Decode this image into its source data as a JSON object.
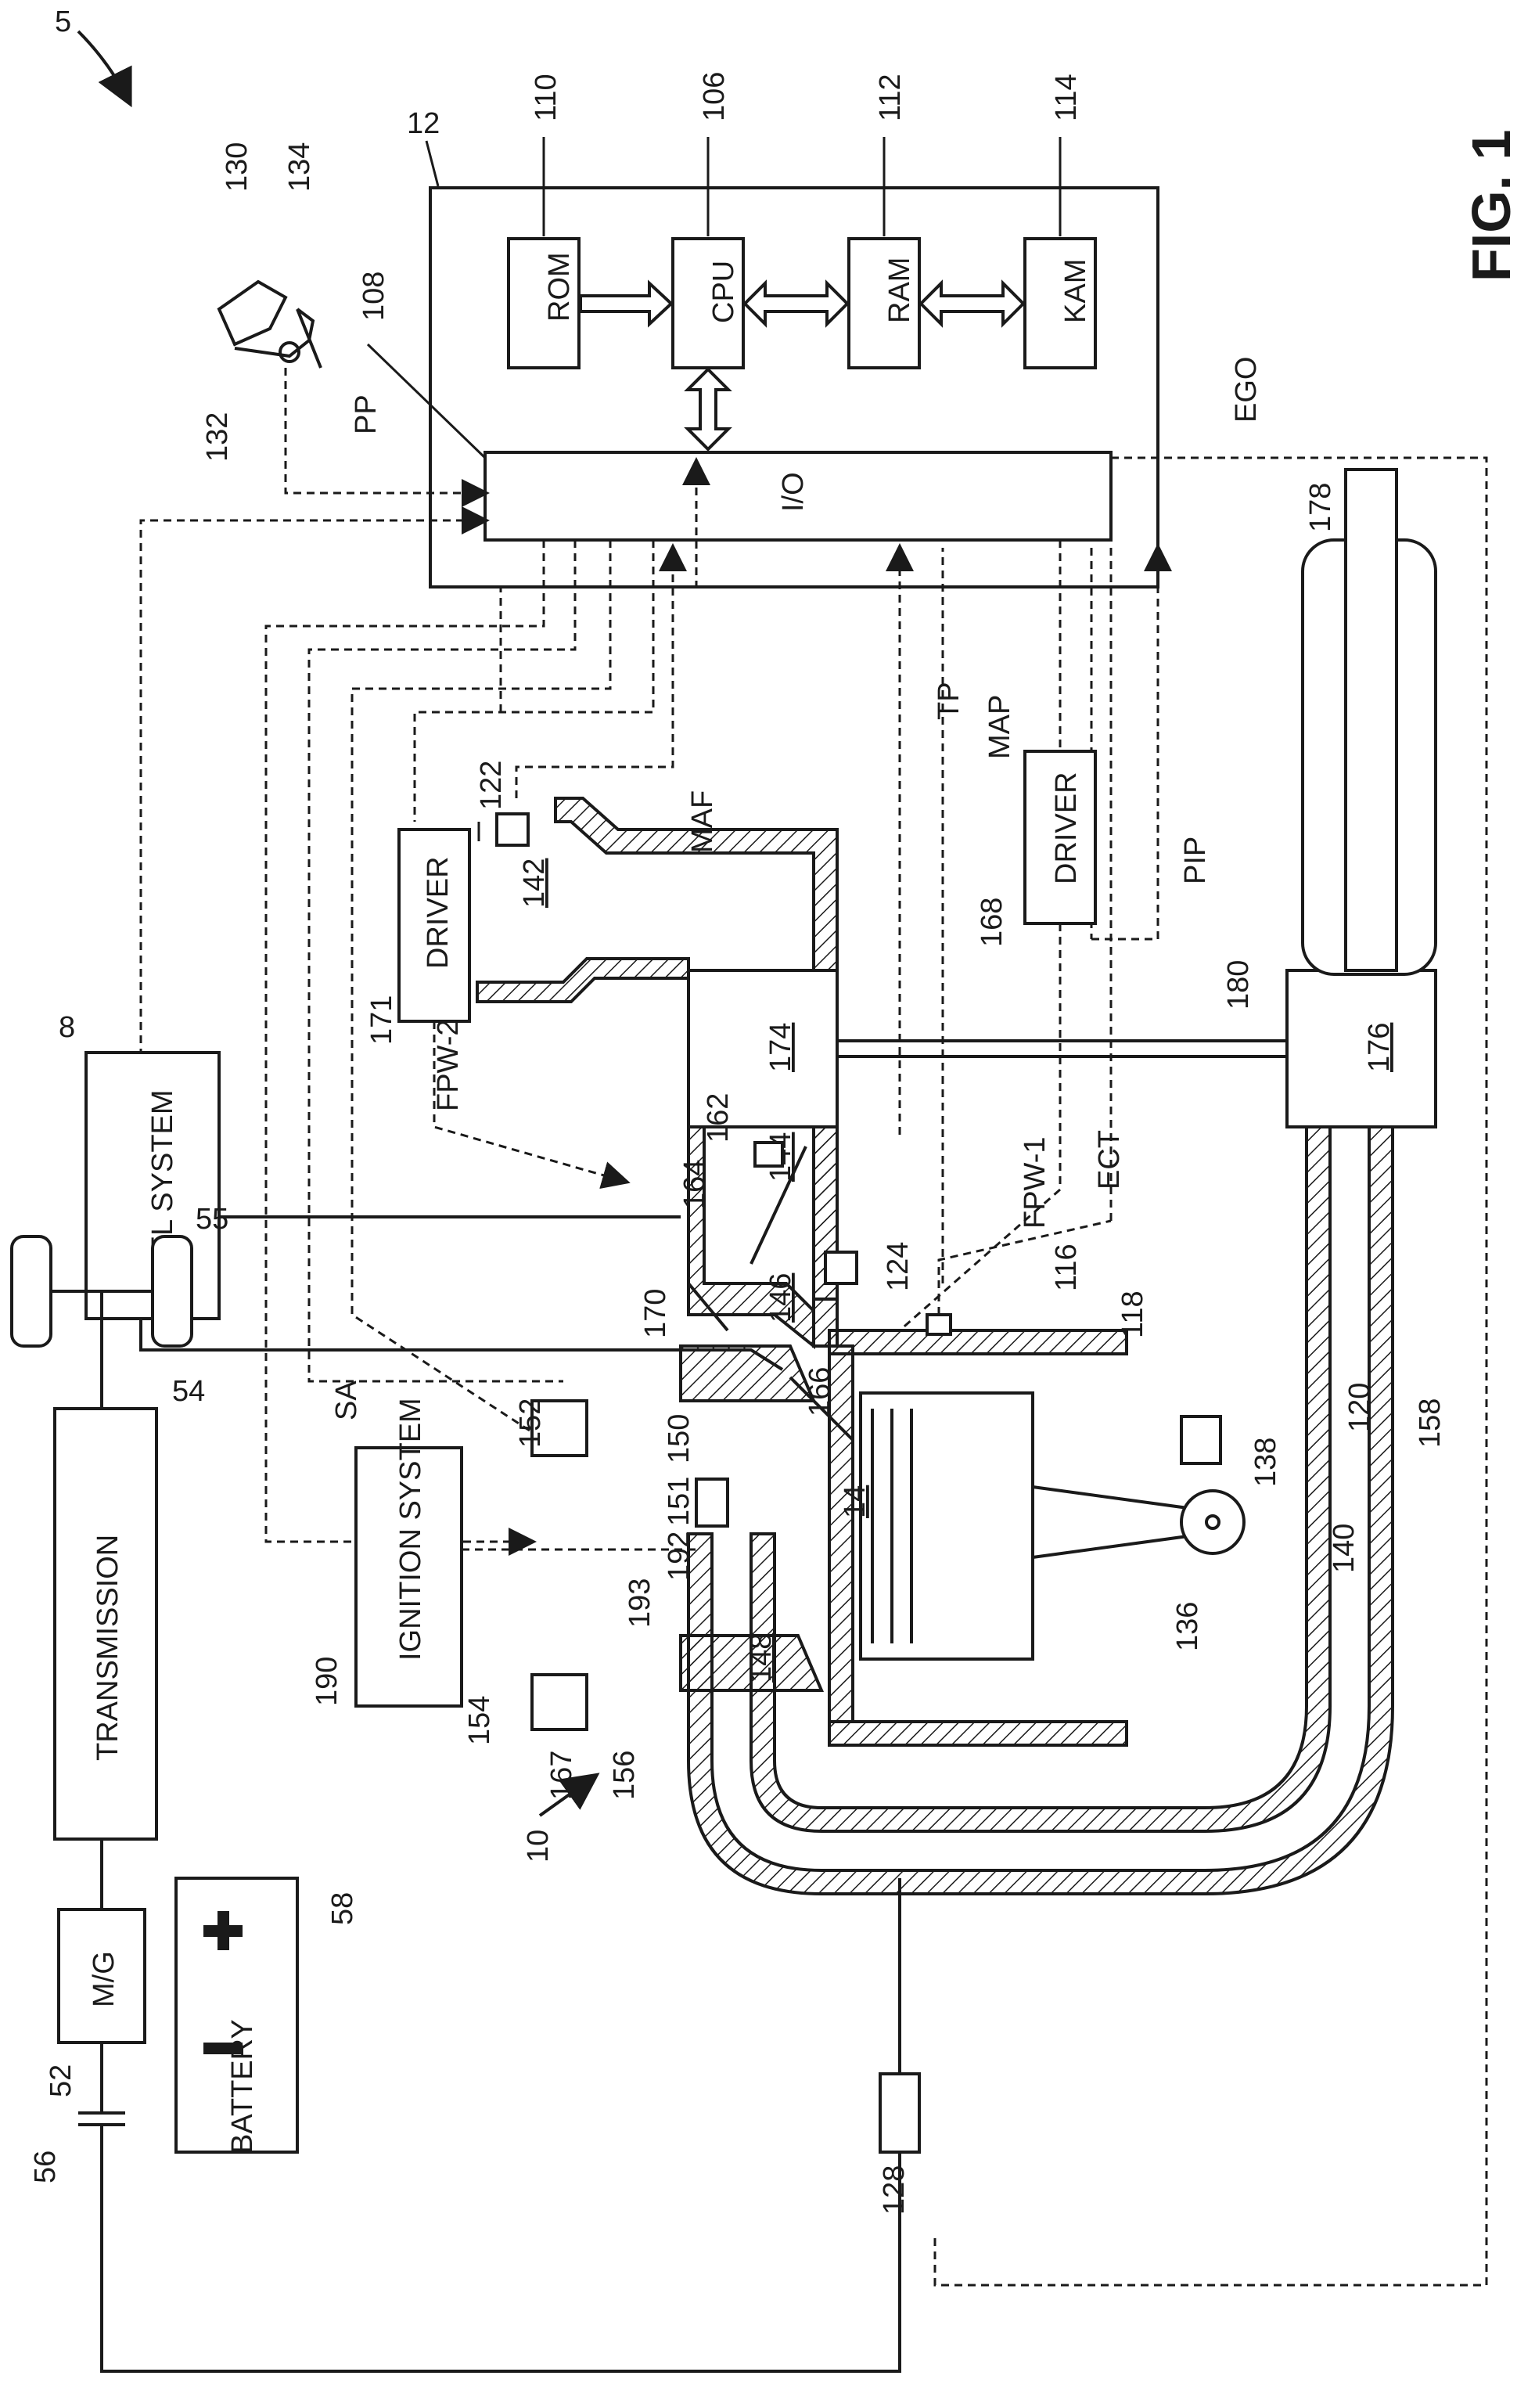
{
  "figure": {
    "title": "FIG. 1"
  },
  "ref": {
    "system": "5",
    "engine": "10",
    "controller": "12",
    "engine_cylinder": "14",
    "fuel_system": "8",
    "motor_gen": "52",
    "transmission": "54",
    "wheels": "55",
    "clutch": "56",
    "battery": "58",
    "cpu": "106",
    "io": "108",
    "rom": "110",
    "ram": "112",
    "kam": "114",
    "ect_sensor": "116",
    "coolant_sleeve": "118",
    "hall_sensor": "120",
    "maf_sensor": "122",
    "map_sensor": "124",
    "ego_sensor": "128",
    "driver": "130",
    "pedal": "132",
    "pedal_sensor": "134",
    "cylinder_wall": "136",
    "piston": "138",
    "crankshaft": "140",
    "intake_passage": "142",
    "intake_passage2": "144",
    "intake_manifold": "146",
    "exhaust_manifold": "148",
    "intake_valve": "150",
    "intake_cam": "151",
    "valve_actuator_in": "152",
    "valve_actuator_ex": "154",
    "exhaust_valve": "156",
    "exhaust_passage": "158",
    "throttle": "162",
    "throttle_plate": "164",
    "injector_direct": "166",
    "exhaust_cam": "167",
    "driver_168": "168",
    "injector_port": "170",
    "driver_171": "171",
    "compressor": "174",
    "turbine": "176",
    "emission_device": "178",
    "shaft": "180",
    "ignition": "190",
    "spark_plug": "192",
    "ignition_coil": "193"
  },
  "labels": {
    "rom": "ROM",
    "cpu": "CPU",
    "ram": "RAM",
    "kam": "KAM",
    "io": "I/O",
    "fuel_system": "FUEL SYSTEM",
    "driver": "DRIVER",
    "ignition_system": "IGNITION SYSTEM",
    "transmission": "TRANSMISSION",
    "battery": "BATTERY",
    "mg": "M/G"
  },
  "signals": {
    "pp": "PP",
    "ego": "EGO",
    "maf": "MAF",
    "tp": "TP",
    "map": "MAP",
    "pip": "PIP",
    "fpw1": "FPW-1",
    "fpw2": "FPW-2",
    "ect": "ECT",
    "sa": "SA"
  }
}
